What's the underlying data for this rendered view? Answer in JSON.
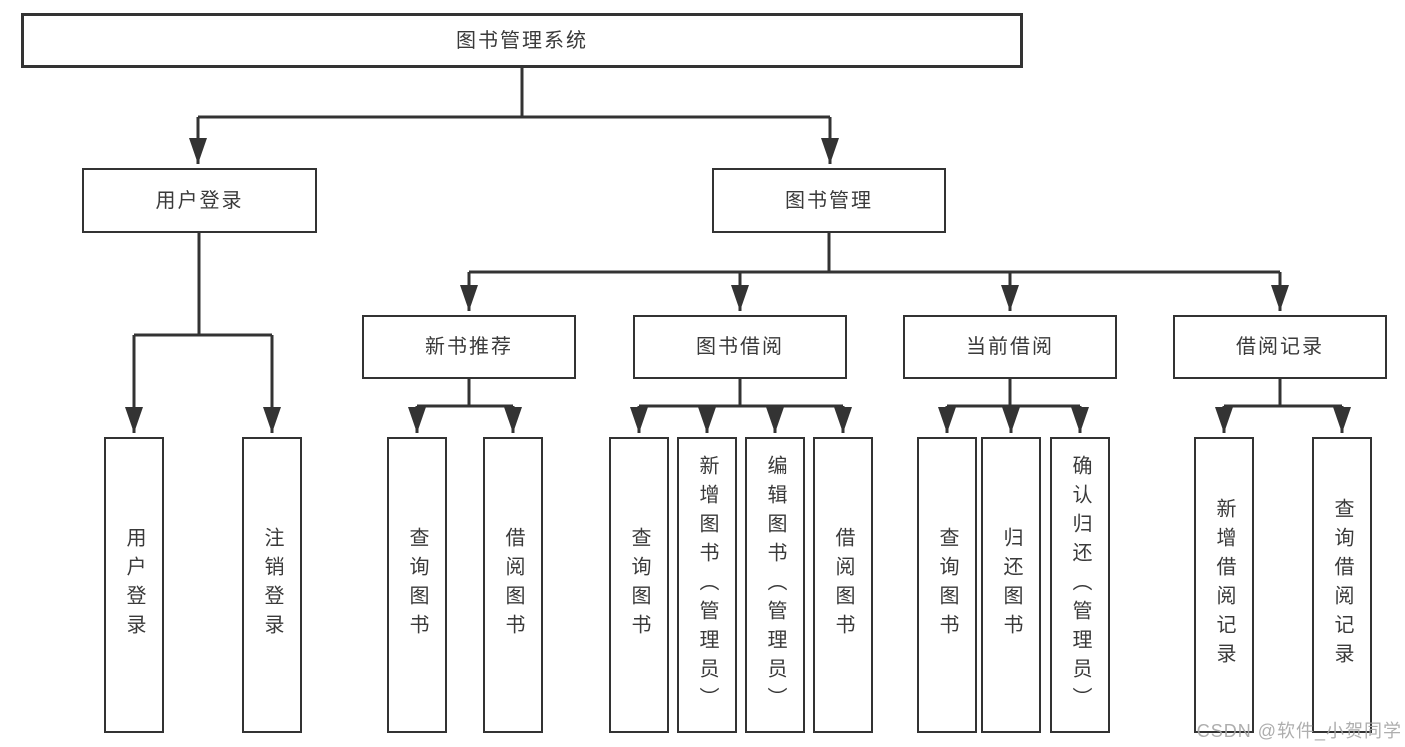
{
  "diagram": {
    "root": {
      "label": "图书管理系统"
    },
    "level2": [
      {
        "label": "用户登录"
      },
      {
        "label": "图书管理"
      }
    ],
    "level3": [
      {
        "label": "新书推荐"
      },
      {
        "label": "图书借阅"
      },
      {
        "label": "当前借阅"
      },
      {
        "label": "借阅记录"
      }
    ],
    "leaf_groups": {
      "user_login": [
        "用户登录",
        "注销登录"
      ],
      "new_book": [
        "查询图书",
        "借阅图书"
      ],
      "book_borrow": [
        "查询图书",
        "新增图书（管理员）",
        "编辑图书（管理员）",
        "借阅图书"
      ],
      "current_borrow": [
        "查询图书",
        "归还图书",
        "确认归还（管理员）"
      ],
      "borrow_record": [
        "新增借阅记录",
        "查询借阅记录"
      ]
    },
    "watermark": "CSDN @软件_小贺同学",
    "colors": {
      "line": "#333333",
      "text": "#3a3a3a",
      "watermark": "#a6a6a6",
      "background": "#ffffff"
    }
  }
}
